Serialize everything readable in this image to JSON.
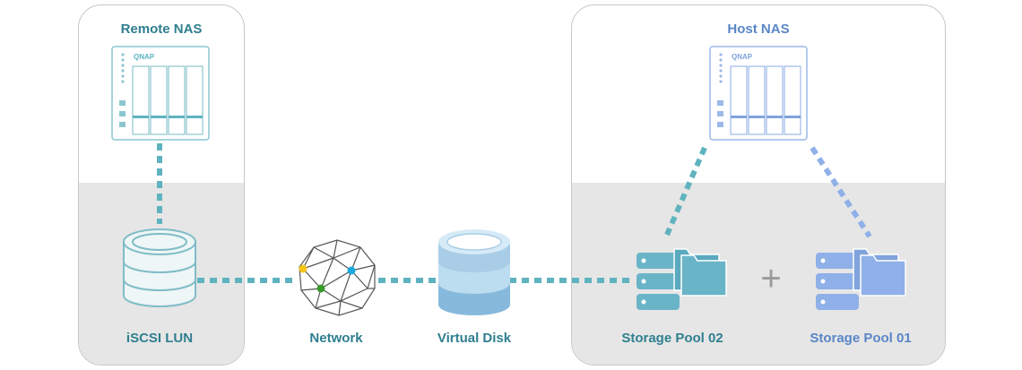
{
  "remote_panel": {
    "title": "Remote NAS"
  },
  "host_panel": {
    "title": "Host NAS"
  },
  "nas_brand": "QNAP",
  "items": {
    "iscsi_lun": "iSCSI LUN",
    "network": "Network",
    "virtual_disk": "Virtual Disk",
    "storage_pool_02": "Storage Pool 02",
    "storage_pool_01": "Storage Pool 01"
  },
  "plus_sign": "+",
  "colors": {
    "teal": "#5fb3bf",
    "teal_text": "#2f7f8f",
    "blue": "#8fb0e8",
    "blue_text": "#5a86c8",
    "panel_border": "#c8c8c8",
    "panel_lower": "#e6e6e6"
  }
}
